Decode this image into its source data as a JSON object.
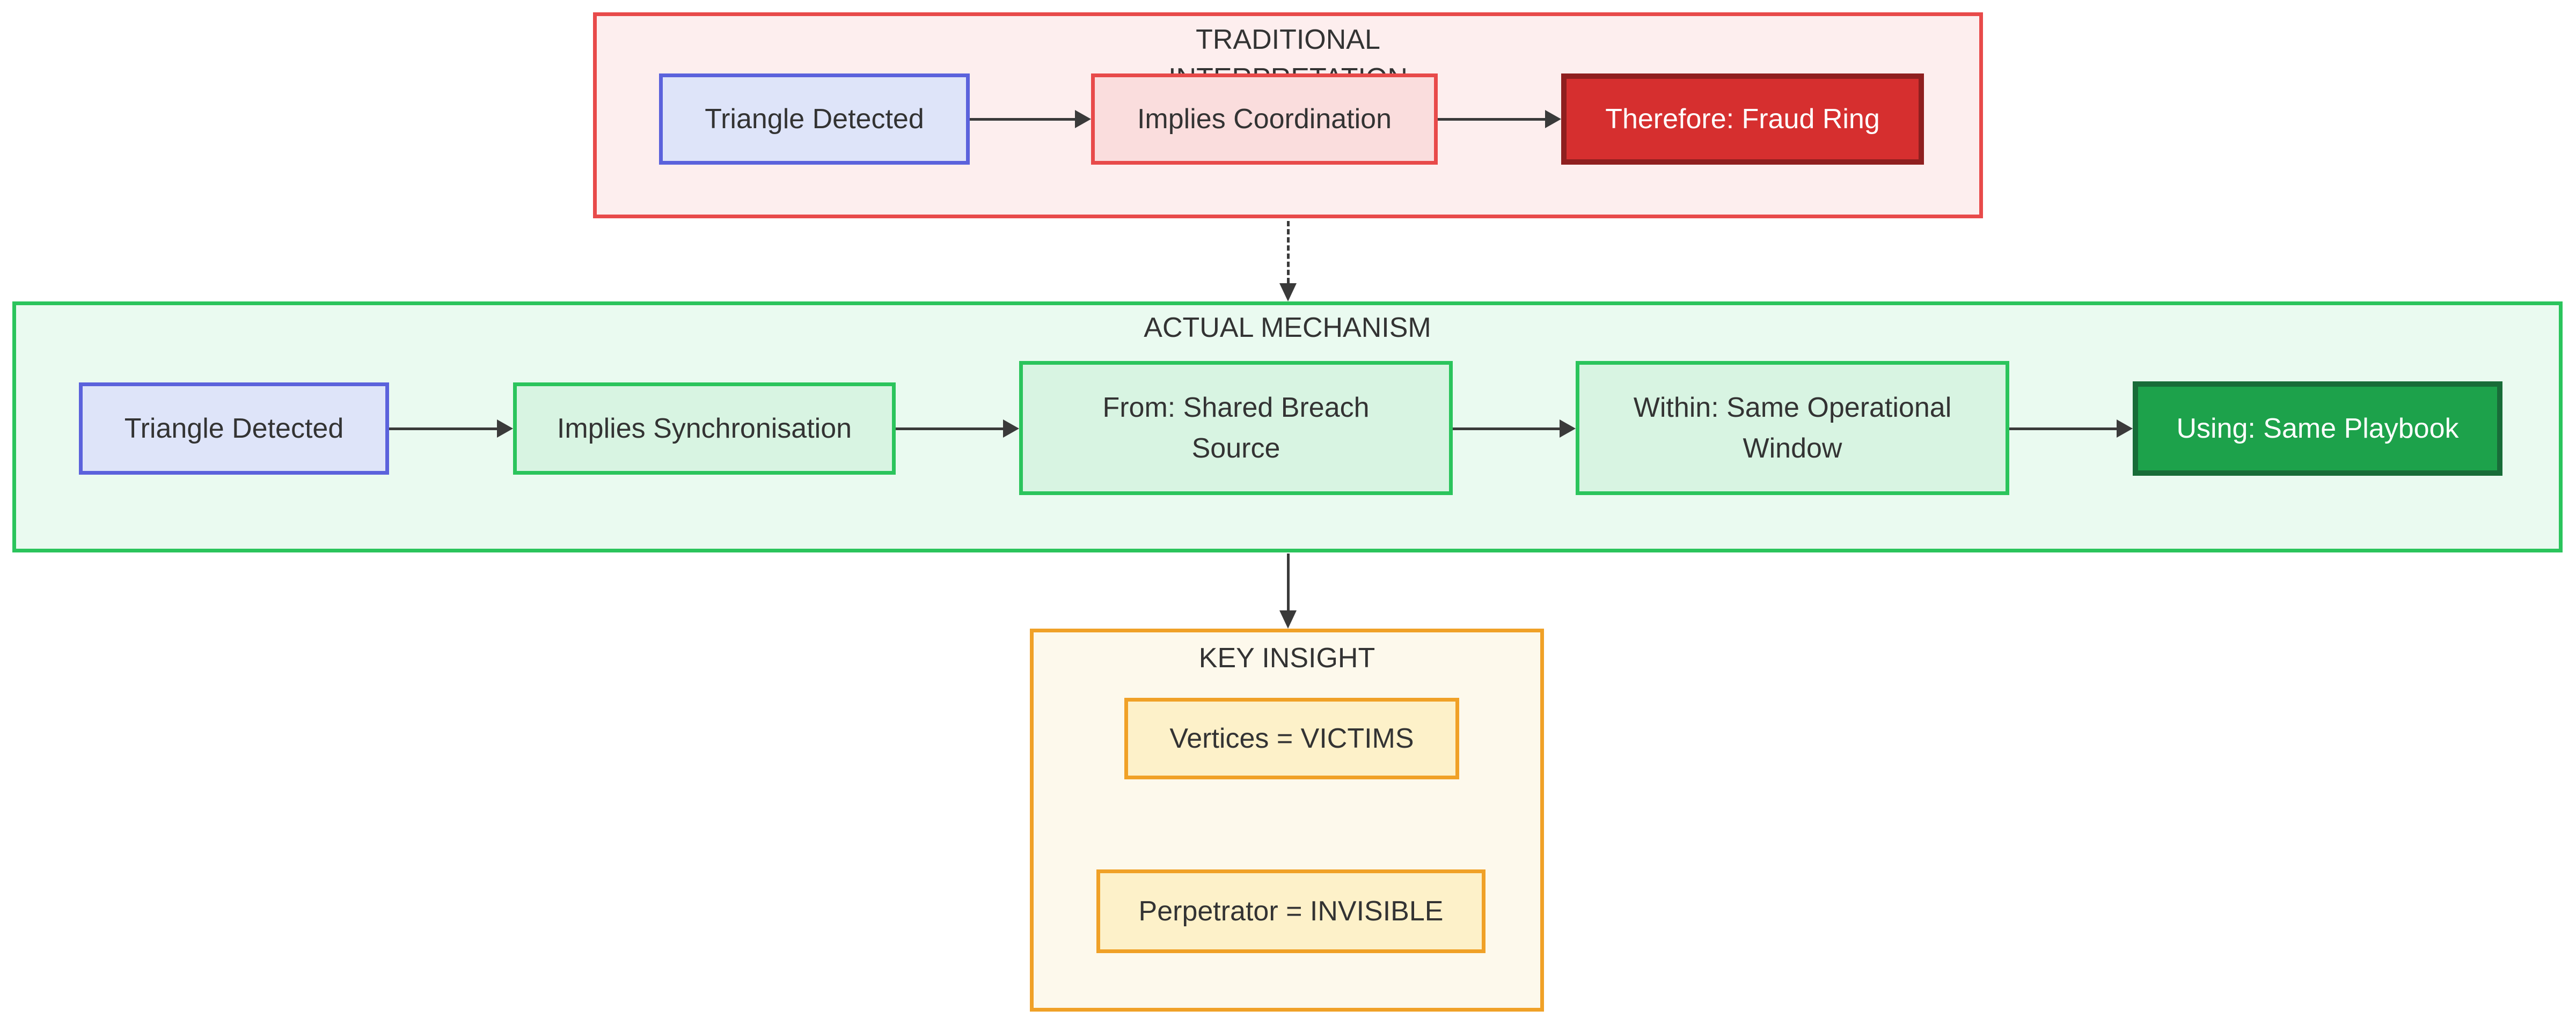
{
  "diagram": {
    "sections": [
      {
        "id": "traditional-interpretation",
        "title": "TRADITIONAL INTERPRETATION",
        "nodes": [
          "Triangle Detected",
          "Implies Coordination",
          "Therefore: Fraud Ring"
        ]
      },
      {
        "id": "actual-mechanism",
        "title": "ACTUAL MECHANISM",
        "nodes": [
          "Triangle Detected",
          "Implies Synchronisation",
          "From: Shared Breach Source",
          "Within: Same Operational Window",
          "Using: Same Playbook"
        ]
      },
      {
        "id": "key-insight",
        "title": "KEY INSIGHT",
        "nodes": [
          "Vertices = VICTIMS",
          "Perpetrator = INVISIBLE"
        ]
      }
    ]
  },
  "colors": {
    "background": "#ffffff",
    "text_dark": "#333333",
    "text_light": "#ffffff",
    "arrow": "#3a3a3a",
    "red_section_border": "#e84a4a",
    "red_section_fill": "#fdeeee",
    "red_node_border": "#e84a4a",
    "red_node_fill": "#fadddd",
    "danger_node_border": "#8f1f1f",
    "danger_node_fill": "#d62f2f",
    "blue_node_border": "#5b62dc",
    "blue_node_fill": "#dee4f9",
    "green_section_border": "#2bc45c",
    "green_section_fill": "#eafaf0",
    "green_node_border": "#2bc45c",
    "green_node_fill": "#d8f4e2",
    "dark_green_node_border": "#186c38",
    "dark_green_node_fill": "#1da24b",
    "orange_section_border": "#f0a127",
    "orange_section_fill": "#fdf9ec",
    "yellow_node_border": "#f0a127",
    "yellow_node_fill": "#fdf1c9"
  }
}
